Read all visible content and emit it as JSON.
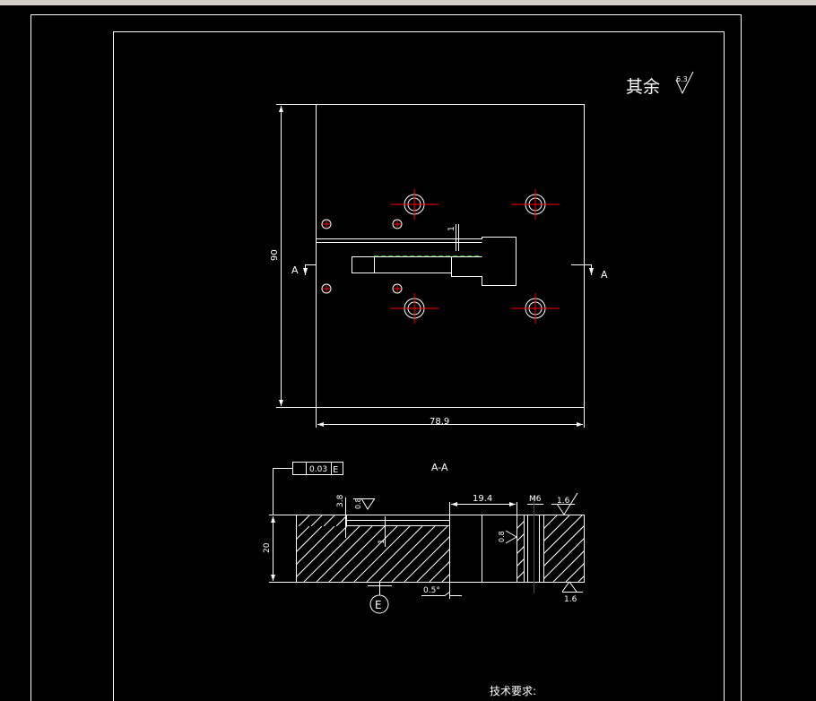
{
  "window": {
    "app": "CAD drawing viewer"
  },
  "labels": {
    "roughness_rest": "其余",
    "roughness_rest_value": "6.3",
    "dim_height": "90",
    "dim_width": "78.9",
    "dim_depth_1_top": "1",
    "section_mark_left": "A",
    "section_mark_right": "A",
    "section_title": "A-A",
    "tolerance_value": "0.03",
    "tolerance_datum": "E",
    "dim_3_8": "3.8",
    "dim_19_4": "19.4",
    "dim_m6": "M6",
    "rough_1_6_top": "1.6",
    "rough_1_6_bottom": "1.6",
    "rough_0_8_a": "0.8",
    "rough_0_8_b": "0.8",
    "dim_20": "20",
    "dim_1_side": "1",
    "chamfer": "0.5°",
    "datum_e": "E",
    "tech_req": "技术要求:"
  },
  "colors": {
    "background": "#000000",
    "lines": "#ffffff",
    "centerlines": "#ff0000",
    "hidden": "#00c000"
  }
}
